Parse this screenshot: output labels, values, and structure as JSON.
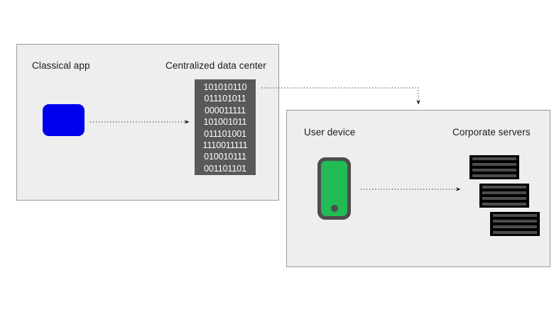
{
  "diagram": {
    "title_free_text": "",
    "background_color": "#ffffff",
    "panel_fill": "#eeeeee",
    "panel_border": "#9a9a9a"
  },
  "panels": [
    {
      "id": "classical",
      "name": "classical-architecture-panel",
      "labels": {
        "left": "Classical app",
        "right": "Centralized data center"
      },
      "app_tile": {
        "name": "classical-app-tile",
        "color": "#0000ee"
      },
      "data_center": {
        "name": "binary-data-block",
        "background": "#595959",
        "text_color": "#ffffff",
        "rows": [
          "101010110",
          "011101011",
          "000011111",
          "101001011",
          "011101001",
          "1110011111",
          "010010111",
          "001101101"
        ]
      }
    },
    {
      "id": "modern",
      "name": "modern-architecture-panel",
      "labels": {
        "left": "User device",
        "right": "Corporate servers"
      },
      "device": {
        "name": "user-phone-device",
        "body_color": "#4d4d4d",
        "screen_color": "#22bb55"
      },
      "servers": {
        "name": "corporate-server-racks",
        "count": 3,
        "bars_per_rack": 4,
        "body_color": "#000000",
        "bar_color": "#4d4d4d"
      }
    }
  ],
  "connectors": {
    "stroke_color": "#4d4d4d",
    "style": "dotted",
    "items": [
      {
        "name": "app-to-datacenter-arrow",
        "from": "classical-app-tile",
        "to": "binary-data-block"
      },
      {
        "name": "datacenter-to-modern-panel-arrow",
        "from": "binary-data-block",
        "to": "modern-architecture-panel"
      },
      {
        "name": "device-to-servers-arrow",
        "from": "user-phone-device",
        "to": "corporate-server-racks"
      }
    ]
  }
}
